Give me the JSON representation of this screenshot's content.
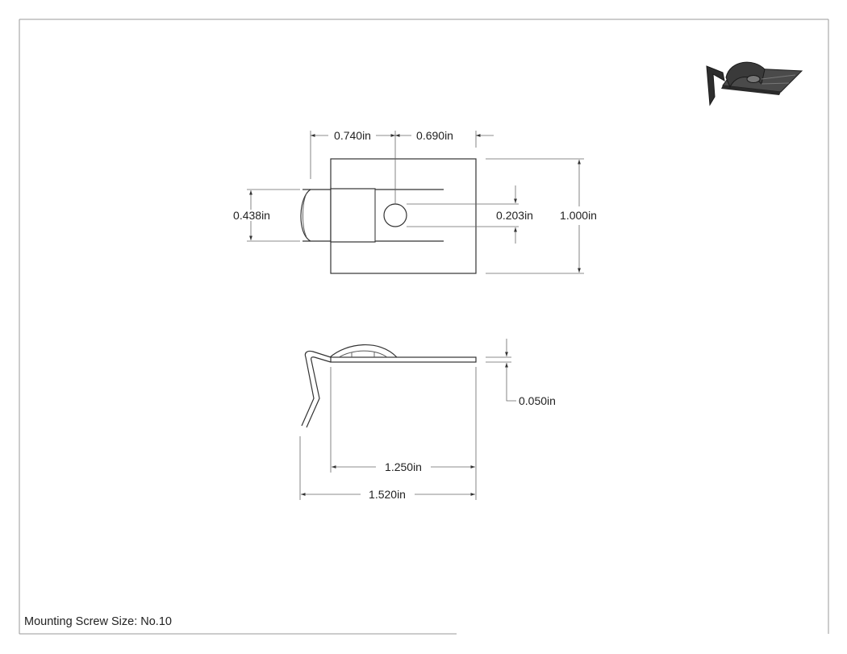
{
  "drawing": {
    "dimensions": {
      "width_left": "0.740in",
      "width_right": "0.690in",
      "slot_height": "0.438in",
      "hole_diameter": "0.203in",
      "overall_height": "1.000in",
      "thickness": "0.050in",
      "plate_length": "1.250in",
      "overall_length": "1.520in"
    },
    "note": "Mounting Screw Size: No.10"
  },
  "colors": {
    "line": "#333333",
    "text": "#222222",
    "iso_dark": "#2e2e2e",
    "iso_light": "#5a5a5a"
  }
}
